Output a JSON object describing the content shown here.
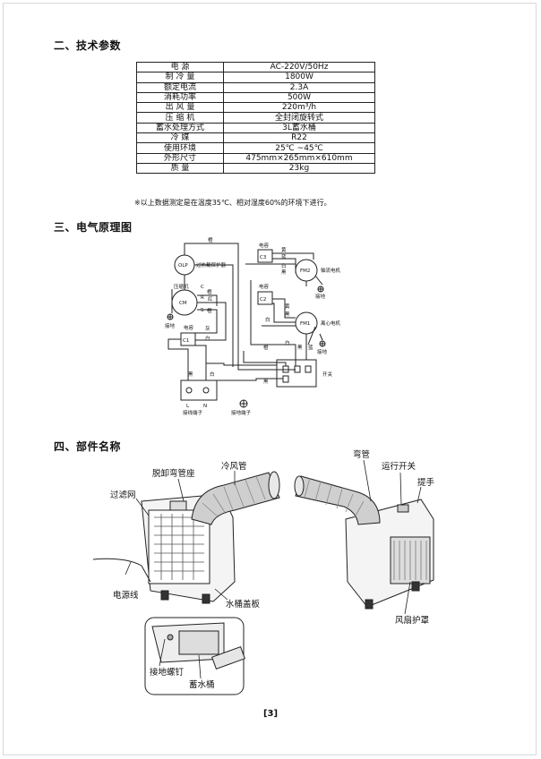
{
  "sections": {
    "specs_title": "二、技术参数",
    "diagram_title": "三、电气原理图",
    "parts_title": "四、部件名称"
  },
  "specs": [
    {
      "label": "电 源",
      "value": "AC-220V/50Hz"
    },
    {
      "label": "制 冷 量",
      "value": "1800W"
    },
    {
      "label": "额定电流",
      "value": "2.3A"
    },
    {
      "label": "消耗功率",
      "value": "500W"
    },
    {
      "label": "出 风 量",
      "value": "220m³/h"
    },
    {
      "label": "压 缩 机",
      "value": "全封闭旋转式"
    },
    {
      "label": "蓄水处理方式",
      "value": "3L蓄水桶"
    },
    {
      "label": "冷 媒",
      "value": "R22"
    },
    {
      "label": "使用环境",
      "value": "25℃ ~45℃"
    },
    {
      "label": "外形尺寸",
      "value": "475mm×265mm×610mm"
    },
    {
      "label": "质 量",
      "value": "23kg"
    }
  ],
  "spec_note": "※以上数据测定是在温度35℃、相对湿度60%的环境下进行。",
  "circuit": {
    "olp": "OLP",
    "olp_label": "过热载保护器",
    "cm": "CM",
    "compressor_label": "压缩机",
    "c_pin": "C",
    "r_pin": "R",
    "s_pin": "S",
    "c1": "C1",
    "c2": "C2",
    "c3": "C3",
    "capacitor_label_1": "电容",
    "capacitor_label_2": "电容",
    "capacitor_label_3": "电容",
    "fm1": "FM1",
    "fm2": "FM2",
    "axial_motor": "轴流电机",
    "centrifugal_motor": "离心电机",
    "ground_1": "接地",
    "ground_2": "接地",
    "ground_3": "接地",
    "ground_terminal": "接地端子",
    "terminal_block": "接线端子",
    "switch": "开关",
    "l": "L",
    "n": "N",
    "wire_orange_1": "橙",
    "wire_orange_2": "橙",
    "wire_orange_3": "橙",
    "wire_orange_4": "橙",
    "wire_red": "红",
    "wire_white_1": "白",
    "wire_white_2": "白",
    "wire_white_3": "白",
    "wire_white_4": "白",
    "wire_white_5": "白",
    "wire_grey": "灰",
    "wire_yellow_1": "黄",
    "wire_yellow_2": "黄",
    "wire_blue_1": "蓝",
    "wire_blue_2": "蓝",
    "wire_black_1": "黑",
    "wire_black_2": "黑",
    "wire_black_3": "黑",
    "wire_black_4": "黑",
    "wire_black_5": "黑"
  },
  "parts": {
    "filter": "过滤网",
    "elbow_seat": "脱卸弯管座",
    "cold_air_pipe": "冷风管",
    "elbow": "弯管",
    "run_switch": "运行开关",
    "handle": "提手",
    "power_cord": "电源线",
    "tank_cover": "水桶盖板",
    "fan_guard": "风扇护罩",
    "ground_screw": "接地螺钉",
    "water_tank": "蓄水桶"
  },
  "page_number": "[3]"
}
